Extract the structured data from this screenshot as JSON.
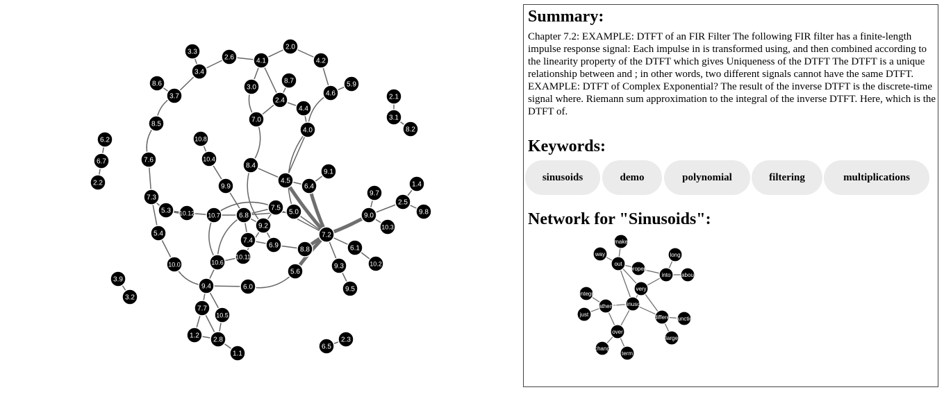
{
  "graph": {
    "nodes": [
      {
        "id": "3.3"
      },
      {
        "id": "2.6"
      },
      {
        "id": "4.1"
      },
      {
        "id": "2.0"
      },
      {
        "id": "4.2"
      },
      {
        "id": "3.4"
      },
      {
        "id": "8.6"
      },
      {
        "id": "3.7"
      },
      {
        "id": "8.7"
      },
      {
        "id": "3.0"
      },
      {
        "id": "2.4"
      },
      {
        "id": "4.4"
      },
      {
        "id": "4.6"
      },
      {
        "id": "5.9"
      },
      {
        "id": "2.1"
      },
      {
        "id": "3.1"
      },
      {
        "id": "8.2"
      },
      {
        "id": "8.5"
      },
      {
        "id": "7.0"
      },
      {
        "id": "4.0"
      },
      {
        "id": "10.8"
      },
      {
        "id": "6.2"
      },
      {
        "id": "6.7"
      },
      {
        "id": "2.2"
      },
      {
        "id": "7.6"
      },
      {
        "id": "10.4"
      },
      {
        "id": "8.4"
      },
      {
        "id": "9.1"
      },
      {
        "id": "4.5"
      },
      {
        "id": "6.4"
      },
      {
        "id": "9.9"
      },
      {
        "id": "1.4"
      },
      {
        "id": "9.7"
      },
      {
        "id": "7.3"
      },
      {
        "id": "2.5"
      },
      {
        "id": "9.8"
      },
      {
        "id": "5.3"
      },
      {
        "id": "10.12"
      },
      {
        "id": "10.7"
      },
      {
        "id": "6.8"
      },
      {
        "id": "7.5"
      },
      {
        "id": "5.0"
      },
      {
        "id": "9.0"
      },
      {
        "id": "10.3"
      },
      {
        "id": "5.4"
      },
      {
        "id": "9.2"
      },
      {
        "id": "7.2"
      },
      {
        "id": "7.4"
      },
      {
        "id": "6.9"
      },
      {
        "id": "8.8"
      },
      {
        "id": "6.1"
      },
      {
        "id": "10.0"
      },
      {
        "id": "10.6"
      },
      {
        "id": "10.11"
      },
      {
        "id": "9.3"
      },
      {
        "id": "10.2"
      },
      {
        "id": "5.6"
      },
      {
        "id": "3.9"
      },
      {
        "id": "9.4"
      },
      {
        "id": "6.0"
      },
      {
        "id": "9.5"
      },
      {
        "id": "3.2"
      },
      {
        "id": "7.7"
      },
      {
        "id": "10.5"
      },
      {
        "id": "1.2"
      },
      {
        "id": "2.8"
      },
      {
        "id": "6.5"
      },
      {
        "id": "2.3"
      },
      {
        "id": "1.1"
      }
    ],
    "links": [
      [
        "3.3",
        "3.4"
      ],
      [
        "3.4",
        "2.6"
      ],
      [
        "2.6",
        "4.1"
      ],
      [
        "4.1",
        "2.0"
      ],
      [
        "2.0",
        "4.2"
      ],
      [
        "4.2",
        "4.6"
      ],
      [
        "4.6",
        "5.9"
      ],
      [
        "4.1",
        "3.0"
      ],
      [
        "4.1",
        "2.4"
      ],
      [
        "3.0",
        "7.0"
      ],
      [
        "8.7",
        "2.4"
      ],
      [
        "2.4",
        "7.0"
      ],
      [
        "2.4",
        "4.4"
      ],
      [
        "4.4",
        "4.0"
      ],
      [
        "4.6",
        "4.0"
      ],
      [
        "4.0",
        "4.5"
      ],
      [
        "3.4",
        "3.7"
      ],
      [
        "8.6",
        "3.7"
      ],
      [
        "3.7",
        "8.5"
      ],
      [
        "8.5",
        "7.6"
      ],
      [
        "7.6",
        "7.3"
      ],
      [
        "7.3",
        "5.4"
      ],
      [
        "7.3",
        "10.12"
      ],
      [
        "5.3",
        "10.12"
      ],
      [
        "10.12",
        "10.7"
      ],
      [
        "10.7",
        "6.8"
      ],
      [
        "10.8",
        "10.4"
      ],
      [
        "10.4",
        "9.9"
      ],
      [
        "9.9",
        "6.8"
      ],
      [
        "7.0",
        "8.4"
      ],
      [
        "8.4",
        "4.5"
      ],
      [
        "4.5",
        "6.4"
      ],
      [
        "9.1",
        "6.4"
      ],
      [
        "6.4",
        "7.2"
      ],
      [
        "6.8",
        "9.2"
      ],
      [
        "6.8",
        "7.5"
      ],
      [
        "6.8",
        "5.0"
      ],
      [
        "7.5",
        "9.2"
      ],
      [
        "7.5",
        "7.2"
      ],
      [
        "5.0",
        "7.2"
      ],
      [
        "6.8",
        "7.4"
      ],
      [
        "9.2",
        "6.9"
      ],
      [
        "7.4",
        "6.9"
      ],
      [
        "6.9",
        "8.8"
      ],
      [
        "8.8",
        "7.2"
      ],
      [
        "7.2",
        "9.0"
      ],
      [
        "9.0",
        "9.7"
      ],
      [
        "9.0",
        "2.5"
      ],
      [
        "2.5",
        "1.4"
      ],
      [
        "2.5",
        "9.8"
      ],
      [
        "9.0",
        "10.3"
      ],
      [
        "7.2",
        "6.1"
      ],
      [
        "6.1",
        "10.2"
      ],
      [
        "7.2",
        "9.3"
      ],
      [
        "9.3",
        "9.5"
      ],
      [
        "7.2",
        "5.6"
      ],
      [
        "5.6",
        "6.0"
      ],
      [
        "5.4",
        "10.0"
      ],
      [
        "10.0",
        "9.4"
      ],
      [
        "10.6",
        "9.4"
      ],
      [
        "10.6",
        "10.11"
      ],
      [
        "10.11",
        "9.2"
      ],
      [
        "9.4",
        "6.0"
      ],
      [
        "9.4",
        "7.7"
      ],
      [
        "9.4",
        "10.5"
      ],
      [
        "7.7",
        "1.2"
      ],
      [
        "7.7",
        "2.8"
      ],
      [
        "10.5",
        "2.8"
      ],
      [
        "2.8",
        "1.1"
      ],
      [
        "1.2",
        "2.8"
      ],
      [
        "2.1",
        "3.1"
      ],
      [
        "3.1",
        "8.2"
      ],
      [
        "6.2",
        "6.7"
      ],
      [
        "6.7",
        "2.2"
      ],
      [
        "3.9",
        "3.2"
      ],
      [
        "6.5",
        "2.3"
      ],
      [
        "10.7",
        "7.5"
      ],
      [
        "10.6",
        "6.8"
      ],
      [
        "10.7",
        "10.6"
      ],
      [
        "4.0",
        "5.0"
      ],
      [
        "8.4",
        "9.2"
      ]
    ],
    "heavy_links": [
      [
        "4.5",
        "7.2"
      ],
      [
        "6.4",
        "7.2"
      ],
      [
        "7.2",
        "9.0"
      ],
      [
        "7.2",
        "8.8"
      ],
      [
        "7.2",
        "5.6"
      ]
    ]
  },
  "panel": {
    "summary_title": "Summary:",
    "summary_text": "Chapter 7.2: EXAMPLE:  DTFT of an FIR Filter The following FIR filter has a finite-length impulse response signal: Each impulse in is transformed using, and then combined according to the linearity property of the DTFT which gives Uniqueness of the DTFT The DTFT is a unique relationship between and ; in other words, two different signals cannot have the same DTFT. EXAMPLE:  DTFT of Complex Exponential? The result of the inverse DTFT is the discrete-time signal where. Riemann sum approximation to the integral of the inverse DTFT. Here, which is the DTFT of.",
    "keywords_title": "Keywords:",
    "keywords": [
      "sinusoids",
      "demo",
      "polynomial",
      "filtering",
      "multiplications"
    ],
    "network_title": "Network for \"Sinusoids\":"
  },
  "mini_network": {
    "nodes": [
      {
        "id": "make"
      },
      {
        "id": "way"
      },
      {
        "id": "out"
      },
      {
        "id": "long"
      },
      {
        "id": "propert"
      },
      {
        "id": "into"
      },
      {
        "id": "abou"
      },
      {
        "id": "very"
      },
      {
        "id": "integr"
      },
      {
        "id": "mathema"
      },
      {
        "id": "sinusoi"
      },
      {
        "id": "just"
      },
      {
        "id": "differe"
      },
      {
        "id": "functio"
      },
      {
        "id": "over"
      },
      {
        "id": "large"
      },
      {
        "id": "chang"
      },
      {
        "id": "term"
      }
    ],
    "links": [
      [
        "make",
        "out"
      ],
      [
        "way",
        "out"
      ],
      [
        "out",
        "propert"
      ],
      [
        "out",
        "very"
      ],
      [
        "out",
        "sinusoi"
      ],
      [
        "propert",
        "into"
      ],
      [
        "into",
        "long"
      ],
      [
        "into",
        "abou"
      ],
      [
        "very",
        "into"
      ],
      [
        "very",
        "sinusoi"
      ],
      [
        "very",
        "differe"
      ],
      [
        "sinusoi",
        "mathema"
      ],
      [
        "sinusoi",
        "over"
      ],
      [
        "sinusoi",
        "differe"
      ],
      [
        "mathema",
        "integr"
      ],
      [
        "mathema",
        "just"
      ],
      [
        "mathema",
        "over"
      ],
      [
        "differe",
        "functio"
      ],
      [
        "differe",
        "large"
      ],
      [
        "over",
        "chang"
      ],
      [
        "over",
        "term"
      ]
    ]
  }
}
